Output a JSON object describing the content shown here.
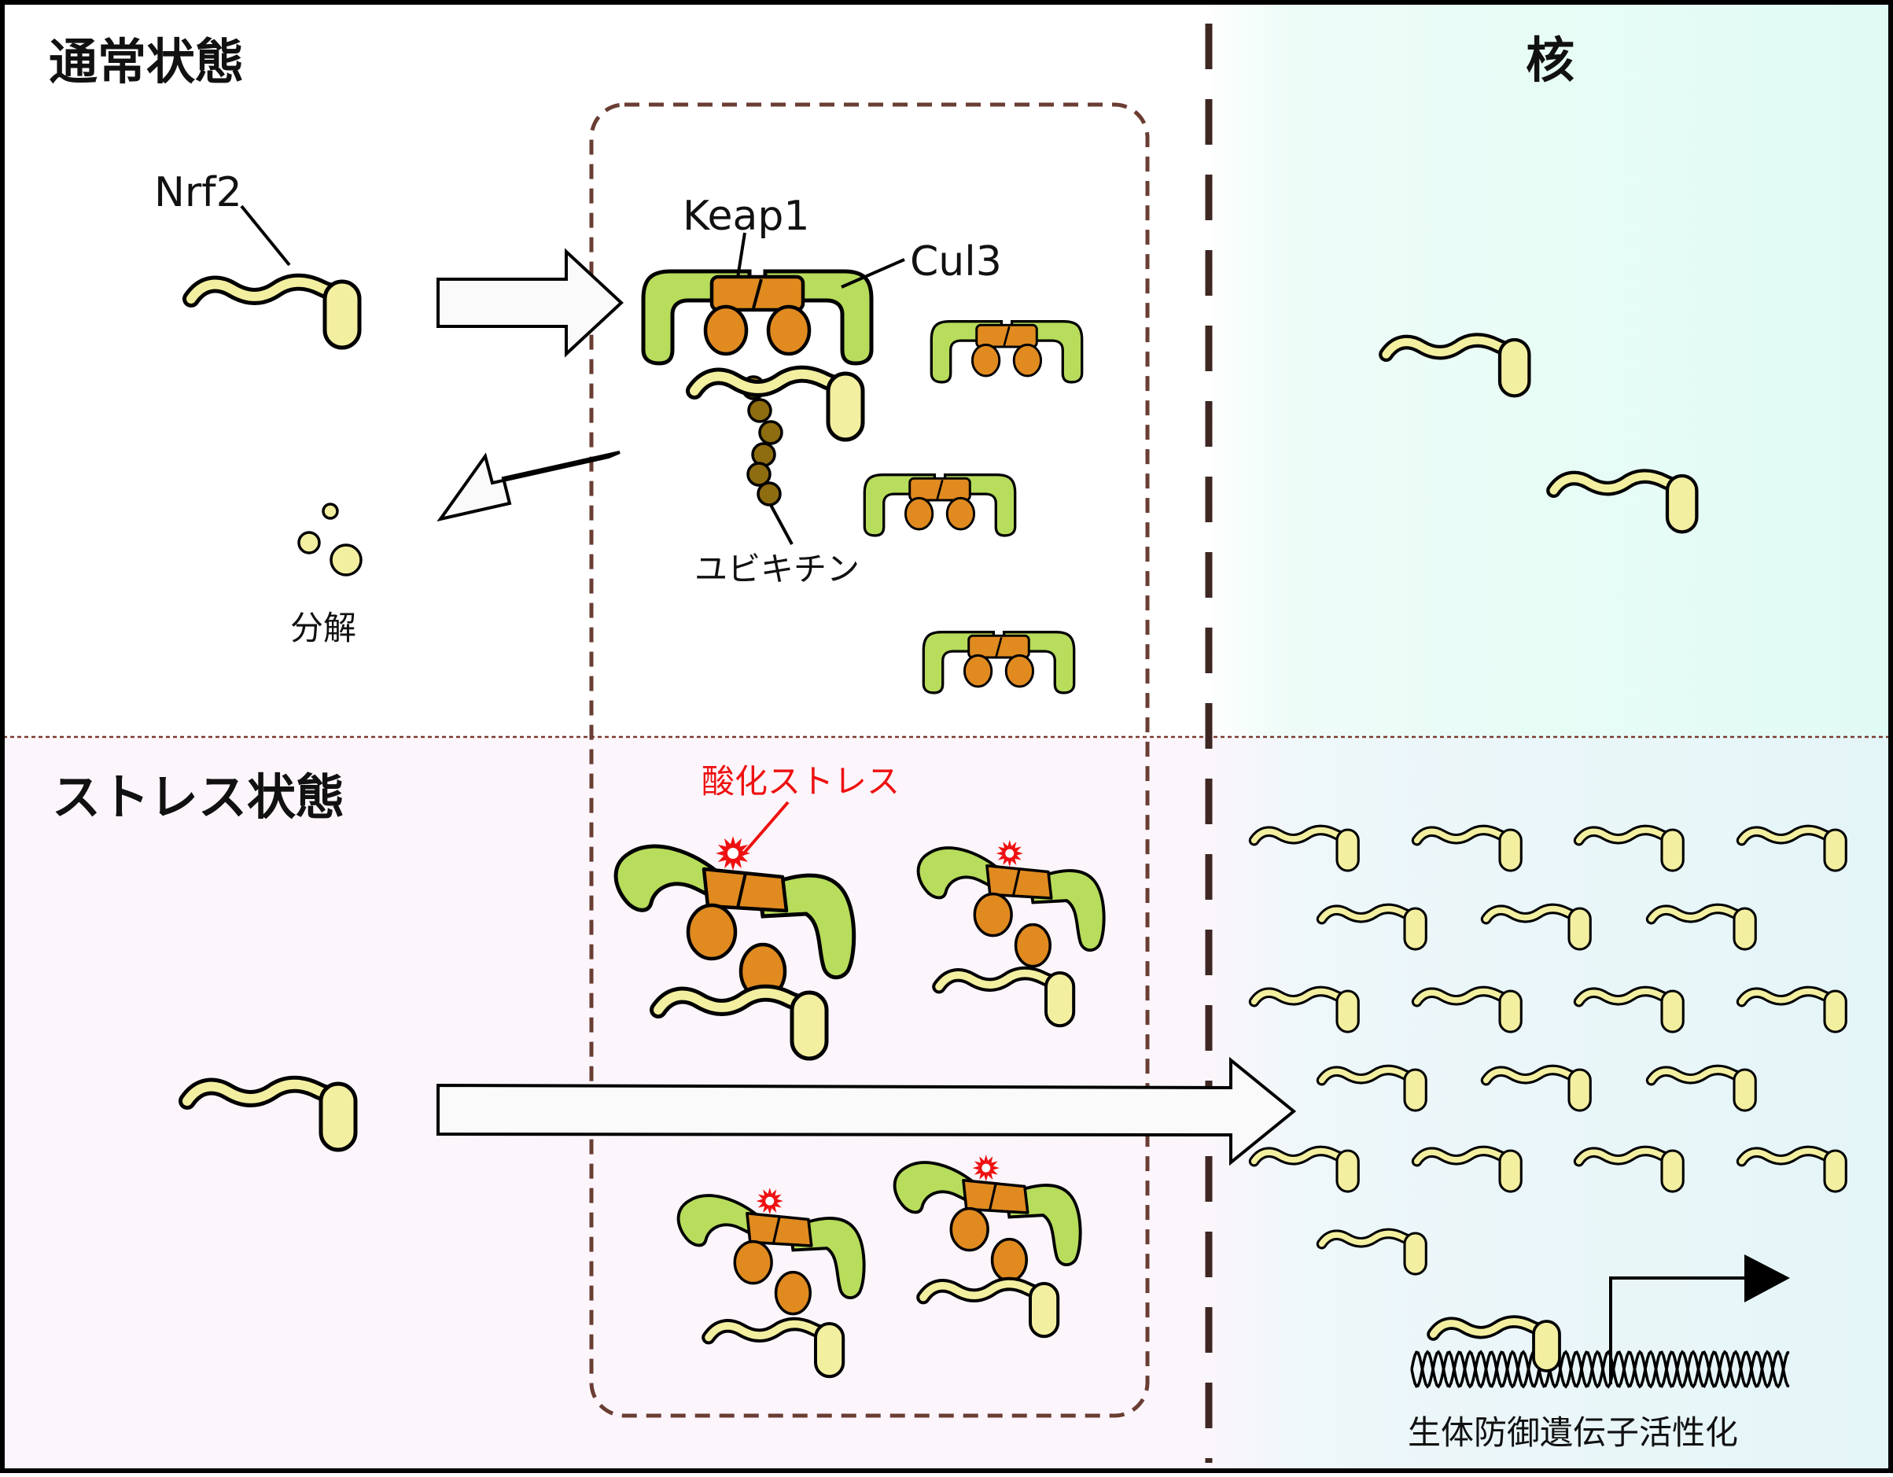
{
  "sections": {
    "normal_title": "通常状態",
    "stress_title": "ストレス状態",
    "nucleus_label": "核"
  },
  "labels": {
    "nrf2": "Nrf2",
    "keap1": "Keap1",
    "cul3": "Cul3",
    "ubiquitin": "ユビキチン",
    "degradation": "分解",
    "oxidative_stress": "酸化ストレス",
    "gene_activation": "生体防御遺伝子活性化"
  },
  "colors": {
    "nrf2_fill": "#f3efa0",
    "keap1_fill": "#e08a20",
    "cul3_fill": "#b8dc5c",
    "ubiquitin_fill": "#8e6c10",
    "stress_red": "#ee1111",
    "cytoplasm_stress_bg": "#fcf6fc",
    "nucleus_normal_bg": "#e4fbf6",
    "nucleus_stress_bg": "#e8f6f8",
    "boundary": "#3e2723"
  }
}
